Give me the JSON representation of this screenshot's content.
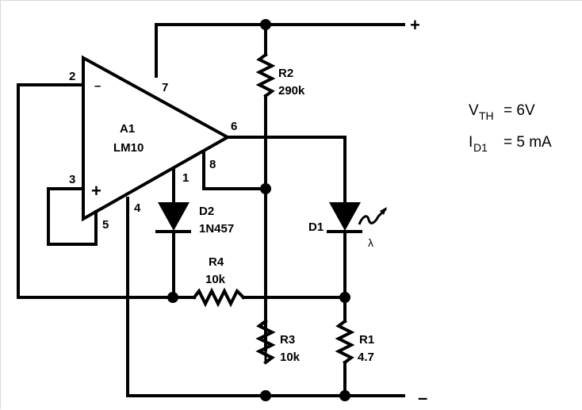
{
  "diagram": {
    "type": "circuit-schematic",
    "terminals": {
      "positive": "+",
      "negative": "–"
    },
    "opamp": {
      "ref": "A1",
      "part": "LM10",
      "inverting_symbol": "–",
      "noninverting_symbol": "+",
      "pins": {
        "p1": "1",
        "p2": "2",
        "p3": "3",
        "p4": "4",
        "p5": "5",
        "p6": "6",
        "p7": "7",
        "p8": "8"
      }
    },
    "components": {
      "R1": {
        "ref": "R1",
        "value": "4.7"
      },
      "R2": {
        "ref": "R2",
        "value": "290k"
      },
      "R3": {
        "ref": "R3",
        "value": "10k"
      },
      "R4": {
        "ref": "R4",
        "value": "10k"
      },
      "D1": {
        "ref": "D1",
        "light_symbol": "λ"
      },
      "D2": {
        "ref": "D2",
        "part": "1N457"
      }
    },
    "notes": {
      "vth": {
        "symbol": "V",
        "subscript": "TH",
        "value": "= 6V"
      },
      "id1": {
        "symbol": "I",
        "subscript": "D1",
        "value": "= 5 mA"
      }
    }
  }
}
